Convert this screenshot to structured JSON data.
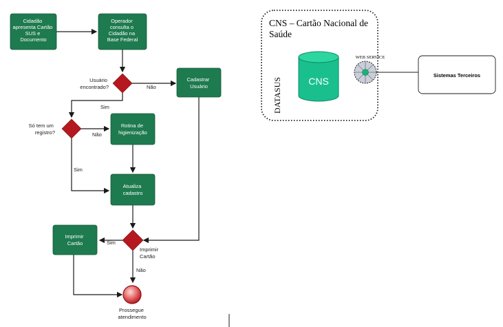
{
  "colors": {
    "box_green": "#1e7a4f",
    "decision_red": "#b5191f",
    "cylinder_teal": "#19c08e",
    "end_circle": "#c8282c"
  },
  "flowchart": {
    "box_cidadao": [
      "Cidadão",
      "apresenta Cartão",
      "SUS e",
      "Documento"
    ],
    "box_operador": [
      "Operador",
      "consulta o",
      "Cidadão na",
      "Base Federal"
    ],
    "box_cadastrar": [
      "Cadastrar",
      "Usuário"
    ],
    "box_rotina": [
      "Rotina de",
      "higienização"
    ],
    "box_atualiza": [
      "Atualiza",
      "cadastro"
    ],
    "box_imprimir": [
      "Imprimir",
      "Cartão"
    ],
    "decision_usuario": [
      "Usuário",
      "encontrado?"
    ],
    "decision_registro": [
      "Só tem um",
      "registro?"
    ],
    "decision_imprimir": [
      "Imprimir",
      "Cartão"
    ],
    "label_nao_1": "Não",
    "label_sim_1": "Sim",
    "label_nao_2": "Não",
    "label_sim_2": "Sim",
    "label_sim_3": "Sim",
    "label_nao_3": "Não",
    "end_label": [
      "Prossegue",
      "atendimento"
    ]
  },
  "architecture": {
    "title_line1": "CNS – Cartão Nacional de",
    "title_line2": "Saúde",
    "datasus_label": "DATASUS",
    "cylinder_label": "CNS",
    "web_service_label": "WEB SERVICE",
    "third_party_label": "Sistemas Terceiros"
  }
}
